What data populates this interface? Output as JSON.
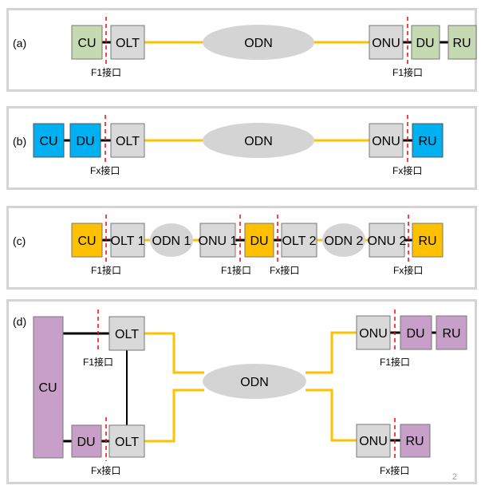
{
  "colors": {
    "gray_box": "#d9d9d9",
    "green": "#c6dab2",
    "blue": "#00b0f0",
    "orange": "#ffc000",
    "purple": "#c79fc9",
    "fiber": "#ffc000",
    "cut": "#ff0000",
    "odn": "#d4d4d4"
  },
  "panel_a": {
    "label": "(a)",
    "cu": "CU",
    "olt": "OLT",
    "odn": "ODN",
    "onu": "ONU",
    "du": "DU",
    "ru": "RU",
    "if_left": "F1接口",
    "if_right": "F1接口"
  },
  "panel_b": {
    "label": "(b)",
    "cu": "CU",
    "du": "DU",
    "olt": "OLT",
    "odn": "ODN",
    "onu": "ONU",
    "ru": "RU",
    "if_left": "Fx接口",
    "if_right": "Fx接口"
  },
  "panel_c": {
    "label": "(c)",
    "cu": "CU",
    "olt1": "OLT 1",
    "odn1": "ODN 1",
    "onu1": "ONU 1",
    "du": "DU",
    "olt2": "OLT 2",
    "odn2": "ODN 2",
    "onu2": "ONU 2",
    "ru": "RU",
    "if_1": "F1接口",
    "if_2": "F1接口",
    "if_3": "Fx接口",
    "if_4": "Fx接口"
  },
  "panel_d": {
    "label": "(d)",
    "cu": "CU",
    "olt_top": "OLT",
    "du": "DU",
    "olt_bottom": "OLT",
    "odn": "ODN",
    "onu_top": "ONU",
    "du_right": "DU",
    "ru_top": "RU",
    "onu_bottom": "ONU",
    "ru_bottom": "RU",
    "if_left_top": "F1接口",
    "if_left_bottom": "Fx接口",
    "if_right_top": "F1接口",
    "if_right_bottom": "Fx接口"
  },
  "page_number": "2"
}
